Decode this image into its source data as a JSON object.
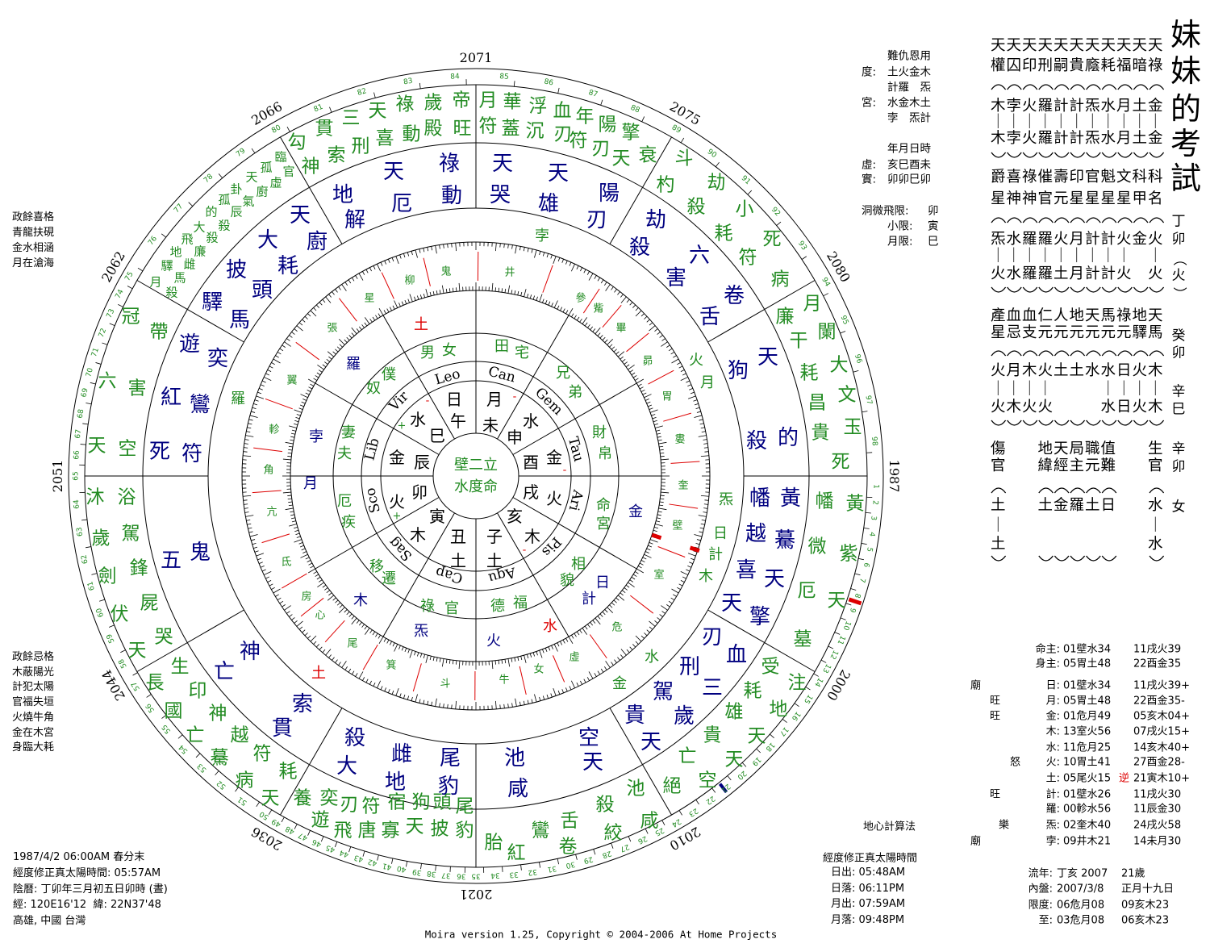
{
  "colors": {
    "green": "#228b22",
    "navy": "#000080",
    "red": "#dd0000",
    "black": "#000000"
  },
  "title": [
    "妹",
    "妹",
    "的",
    "考",
    "試"
  ],
  "side_column": {
    "year_pillar": [
      "丁",
      "卯",
      "（",
      "火",
      "）"
    ],
    "month_pillar": [
      "癸",
      "卯"
    ],
    "day_pillar": [
      "辛",
      "巳"
    ],
    "hour_pillar": [
      "辛",
      "卯"
    ],
    "gender": "女"
  },
  "star_grid": {
    "rows": [
      "天天天天天天天天天天天",
      "權囚印刑嗣貴廕耗福暗祿",
      "木孛火羅計計炁水月土金",
      "｜｜｜｜｜｜｜｜｜｜｜",
      "木孛火羅計計炁水月土金",
      "爵喜祿催壽印官魁文科科",
      "星神神官元星星星星甲名",
      "炁水羅羅火月計計火金火",
      "｜｜｜｜｜｜｜｜｜　｜",
      "火水羅羅土月計計火　火",
      "產血血仁人地天馬祿地天",
      "星忌支元元元元元元驛馬",
      "火月木火土土水水日火木",
      "｜｜｜｜　　　｜｜｜｜",
      "火木火火　　　水日火木",
      "傷　　地天局職值　　生",
      "官　　緯經主元難　　官",
      "土　　土金羅土日　　水",
      "｜　　　　　　　　　｜",
      "土　　　　　　　　　水"
    ]
  },
  "top_info": {
    "header": "難仇恩用",
    "du_label": "度:",
    "du_1": "土火金木",
    "du_2": "計羅　炁",
    "gong_label": "宮:",
    "gong_1": "水金木土",
    "gong_2": "孛　炁計",
    "pillars_header": "年月日時",
    "xu_label": "虛:",
    "xu": "亥巳酉未",
    "shi_label": "實:",
    "shi": "卯卯巳卯",
    "dongwei_label": "洞微飛限:",
    "dongwei": "卯",
    "xiaoxian_label": "小限:",
    "xiaoxian": "寅",
    "yuexian_label": "月限:",
    "yuexian": "巳"
  },
  "left_top_text": [
    "政餘喜格",
    "青龍扶硯",
    "金水相涵",
    "月在滄海"
  ],
  "left_bottom_text": [
    "政餘忌格",
    "木蔽陽光",
    "計犯太陽",
    "官福失垣",
    "火燒牛角",
    "金在木宮",
    "身臨大耗"
  ],
  "birth_info": [
    "1987/4/2 06:00AM 春分末",
    "經度修正真太陽時間: 05:57AM",
    "陰曆: 丁卯年三月初五日卯時 (晝)",
    "經: 120E16'12  緯: 22N37'48",
    "高雄, 中國 台灣"
  ],
  "calc_method": "地心計算法",
  "sun_moon": {
    "header": "經度修正真太陽時間",
    "lines": [
      "日出: 05:48AM",
      "日落: 06:11PM",
      "月出: 07:59AM",
      "月落: 09:48PM"
    ]
  },
  "flow_year": [
    {
      "label": "流年:",
      "v1": "丁亥 2007",
      "v2": "21歲"
    },
    {
      "label": "內盤:",
      "v1": "2007/3/8",
      "v2": "正月十九日"
    },
    {
      "label": "限度:",
      "v1": "06危月08",
      "v2": "09亥木23"
    },
    {
      "label": "至:",
      "v1": "03危月08",
      "v2": "06亥木23"
    }
  ],
  "planet_table": [
    {
      "status": "",
      "label": "命主:",
      "v1": "01壁水34",
      "retro": "",
      "v2": "11戌火39"
    },
    {
      "status": "",
      "label": "身主:",
      "v1": "05胃土48",
      "retro": "",
      "v2": "22酉金35"
    },
    {
      "status": "廟",
      "label": "日:",
      "v1": "01壁水34",
      "retro": "",
      "v2": "11戌火39+"
    },
    {
      "status": "旺",
      "label": "月:",
      "v1": "05胃土48",
      "retro": "",
      "v2": "22酉金35-"
    },
    {
      "status": "旺",
      "label": "金:",
      "v1": "01危月49",
      "retro": "",
      "v2": "05亥木04+"
    },
    {
      "status": "",
      "label": "木:",
      "v1": "13室火56",
      "retro": "",
      "v2": "07戌火15+"
    },
    {
      "status": "",
      "label": "水:",
      "v1": "11危月25",
      "retro": "",
      "v2": "14亥木40+"
    },
    {
      "status": "怒",
      "label": "火:",
      "v1": "10胃土41",
      "retro": "",
      "v2": "27酉金28-"
    },
    {
      "status": "",
      "label": "土:",
      "v1": "05尾火15",
      "retro": "逆",
      "v2": "21寅木10+"
    },
    {
      "status": "旺",
      "label": "計:",
      "v1": "01壁水26",
      "retro": "",
      "v2": "11戌火30"
    },
    {
      "status": "",
      "label": "羅:",
      "v1": "00軫水56",
      "retro": "",
      "v2": "11辰金30"
    },
    {
      "status": "樂",
      "label": "炁:",
      "v1": "02奎木40",
      "retro": "",
      "v2": "24戌火58"
    },
    {
      "status": "廟",
      "label": "孛:",
      "v1": "09井木21",
      "retro": "",
      "v2": "14未月30"
    }
  ],
  "footer": "Moira version 1.25, Copyright © 2004-2006 At Home Projects",
  "chart": {
    "years": [
      "1987",
      "2000",
      "2010",
      "2021",
      "2036",
      "2044",
      "2051",
      "2062",
      "2066",
      "2071",
      "2075",
      "2080"
    ],
    "ages": [
      1,
      2,
      3,
      4,
      5,
      6,
      7,
      8,
      9,
      10,
      11,
      12,
      13,
      14,
      15,
      16,
      17,
      18,
      19,
      20,
      21,
      22,
      23,
      24,
      25,
      26,
      27,
      28,
      29,
      30,
      31,
      32,
      33,
      34,
      35,
      36,
      37,
      38,
      39,
      40,
      41,
      42,
      43,
      44,
      45,
      46,
      47,
      48,
      49,
      50,
      51,
      52,
      53,
      54,
      55,
      56,
      57,
      58,
      59,
      60,
      61,
      62,
      63,
      64,
      65,
      66,
      67,
      68,
      69,
      70,
      71,
      72,
      73,
      74,
      75,
      76,
      77,
      78,
      79,
      80,
      81,
      82,
      83,
      84,
      85,
      86,
      87,
      88,
      89,
      90,
      91,
      92,
      93,
      94,
      95,
      96,
      97,
      98
    ],
    "outer_stars": [
      "帝",
      "旺",
      "歲",
      "殿",
      "祿",
      "動",
      "天",
      "喜",
      "三",
      "刑",
      "貫",
      "索",
      "勾",
      "神",
      "月",
      "符",
      "華",
      "蓋",
      "浮",
      "沉",
      "血",
      "刃",
      "年",
      "符",
      "陽",
      "刃",
      "擎",
      "天",
      "衰",
      "斗",
      "杓",
      "劫",
      "殺",
      "小",
      "耗",
      "死",
      "符",
      "病",
      "月",
      "廉",
      "闌",
      "干",
      "大",
      "耗",
      "文",
      "昌",
      "玉",
      "貴",
      "死",
      "幡",
      "黃",
      "微",
      "紫",
      "厄",
      "天",
      "墓",
      "受",
      "注",
      "耗",
      "地",
      "雄",
      "貴",
      "天",
      "亡",
      "天",
      "絕",
      "空",
      "池",
      "咸",
      "殺",
      "絞",
      "舌",
      "卷",
      "鸞",
      "紅",
      "胎",
      "尾",
      "豹",
      "頭",
      "披",
      "狗",
      "天",
      "宿",
      "寡",
      "符",
      "唐",
      "刃",
      "飛",
      "奕",
      "遊",
      "養",
      "天",
      "耗",
      "病",
      "符",
      "驀",
      "越",
      "亡",
      "神",
      "國",
      "印",
      "長",
      "生",
      "天",
      "哭",
      "伏",
      "屍",
      "劍",
      "鋒",
      "歲",
      "駕",
      "沐",
      "浴",
      "天",
      "空",
      "六",
      "害",
      "冠",
      "帶"
    ],
    "outer_small_stars": [
      "臨",
      "官",
      "孤",
      "天",
      "虛",
      "卦",
      "廚",
      "孤",
      "氣",
      "的",
      "辰",
      "大",
      "殺",
      "飛",
      "殺",
      "地",
      "廉",
      "驛",
      "雌",
      "月",
      "馬",
      "殺"
    ],
    "middle_stars": [
      "祿",
      "動",
      "天",
      "厄",
      "地",
      "解",
      "天",
      "哭",
      "天",
      "雄",
      "陽",
      "刃",
      "劫",
      "殺",
      "六",
      "害",
      "卷",
      "舌",
      "天",
      "狗",
      "殺",
      "的",
      "幡",
      "黃",
      "越",
      "驀",
      "喜",
      "天",
      "天",
      "擎",
      "刃",
      "血",
      "刑",
      "三",
      "駕",
      "貴",
      "歲",
      "天",
      "空",
      "天",
      "池",
      "咸",
      "雌",
      "尾",
      "地",
      "豹",
      "殺",
      "大",
      "神",
      "亡",
      "索",
      "貫",
      "五",
      "鬼",
      "死",
      "符",
      "紅",
      "鸞",
      "遊",
      "奕",
      "驛",
      "馬",
      "披",
      "頭",
      "大",
      "耗",
      "天",
      "廚"
    ],
    "mansions": [
      "井",
      "鬼",
      "柳",
      "星",
      "張",
      "翼",
      "軫",
      "角",
      "亢",
      "氐",
      "房",
      "心",
      "尾",
      "箕",
      "斗",
      "牛",
      "女",
      "虛",
      "危",
      "室",
      "壁",
      "奎",
      "婁",
      "胃",
      "昴",
      "畢",
      "觜",
      "參"
    ],
    "ring_planets": [
      {
        "t": "孛",
        "c": "green"
      },
      {
        "t": "土",
        "c": "red"
      },
      {
        "t": "羅",
        "c": "green"
      },
      {
        "t": "羅",
        "c": "navy"
      },
      {
        "t": "孛",
        "c": "navy"
      },
      {
        "t": "月",
        "c": "navy"
      },
      {
        "t": "土",
        "c": "red"
      },
      {
        "t": "木",
        "c": "navy"
      },
      {
        "t": "炁",
        "c": "navy"
      },
      {
        "t": "火",
        "c": "navy"
      },
      {
        "t": "水",
        "c": "red"
      },
      {
        "t": "金",
        "c": "green"
      },
      {
        "t": "水",
        "c": "green"
      },
      {
        "t": "日",
        "c": "navy"
      },
      {
        "t": "計",
        "c": "navy"
      },
      {
        "t": "金",
        "c": "navy"
      },
      {
        "t": "炁",
        "c": "green"
      },
      {
        "t": "日",
        "c": "green"
      },
      {
        "t": "計",
        "c": "green"
      },
      {
        "t": "木",
        "c": "green"
      },
      {
        "t": "火",
        "c": "green"
      },
      {
        "t": "月",
        "c": "green"
      }
    ],
    "palaces": [
      "男",
      "女",
      "田",
      "宅",
      "兄",
      "弟",
      "財",
      "帛",
      "命",
      "宮",
      "相",
      "貌",
      "德",
      "福",
      "祿",
      "官",
      "移",
      "遷",
      "厄",
      "疾",
      "妻",
      "夫",
      "僕",
      "奴"
    ],
    "signs": [
      "Leo",
      "Can",
      "Gem",
      "Tau",
      "Ari",
      "Pis",
      "Aqu",
      "Cap",
      "Sag",
      "Sco",
      "Lib",
      "Vir"
    ],
    "branches": [
      "日",
      "午",
      "月",
      "未",
      "水",
      "申",
      "金",
      "酉",
      "火",
      "戌",
      "木",
      "亥",
      "土",
      "子",
      "土",
      "丑",
      "木",
      "寅",
      "火",
      "卯",
      "金",
      "辰",
      "水",
      "巳"
    ],
    "marks": [
      {
        "t": "-",
        "c": "red"
      },
      {
        "t": "+",
        "c": "green"
      },
      {
        "t": "-",
        "c": "red"
      },
      {
        "t": "-",
        "c": "red"
      },
      {
        "t": "-",
        "c": "red"
      },
      {
        "t": "+",
        "c": "green"
      }
    ],
    "center": [
      "壁二立",
      "水度命"
    ]
  }
}
